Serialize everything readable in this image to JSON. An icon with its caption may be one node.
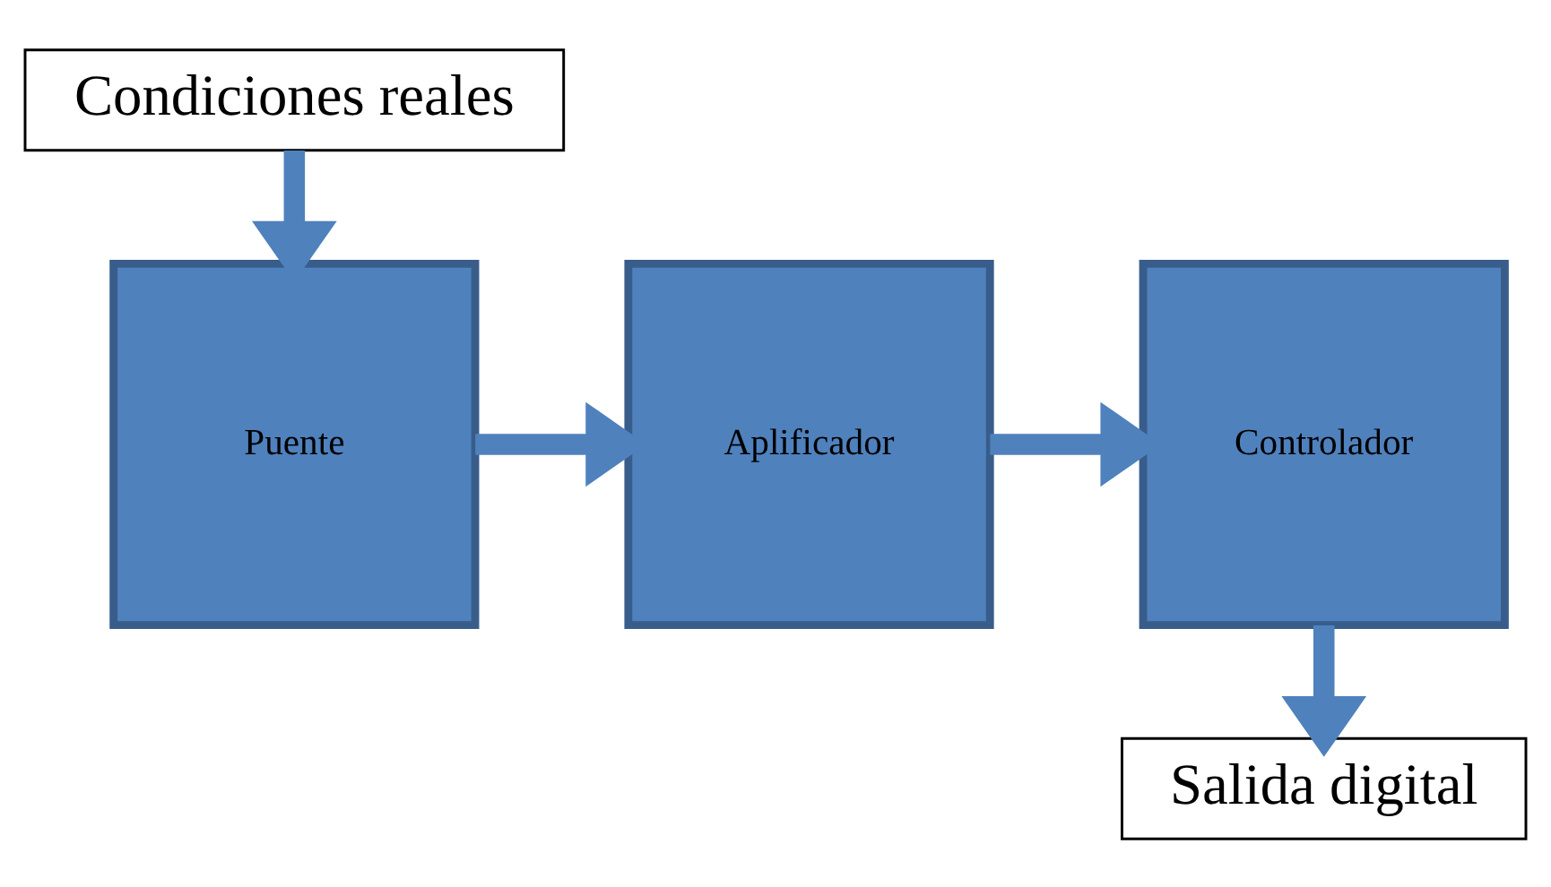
{
  "diagram": {
    "nodes": [
      {
        "text": [
          "Condiciones reales"
        ]
      },
      {
        "text": [
          "Puente"
        ]
      },
      {
        "text": [
          "Aplificador"
        ]
      },
      {
        "text": [
          "Controlador"
        ]
      },
      {
        "text": [
          "Salida digital"
        ]
      }
    ],
    "edges": [
      {
        "from": 0,
        "to": 1,
        "arrow": "to"
      },
      {
        "from": 1,
        "to": 2,
        "arrow": "to"
      },
      {
        "from": 2,
        "to": 3,
        "arrow": "to"
      },
      {
        "from": 3,
        "to": 4,
        "arrow": "to"
      }
    ]
  }
}
